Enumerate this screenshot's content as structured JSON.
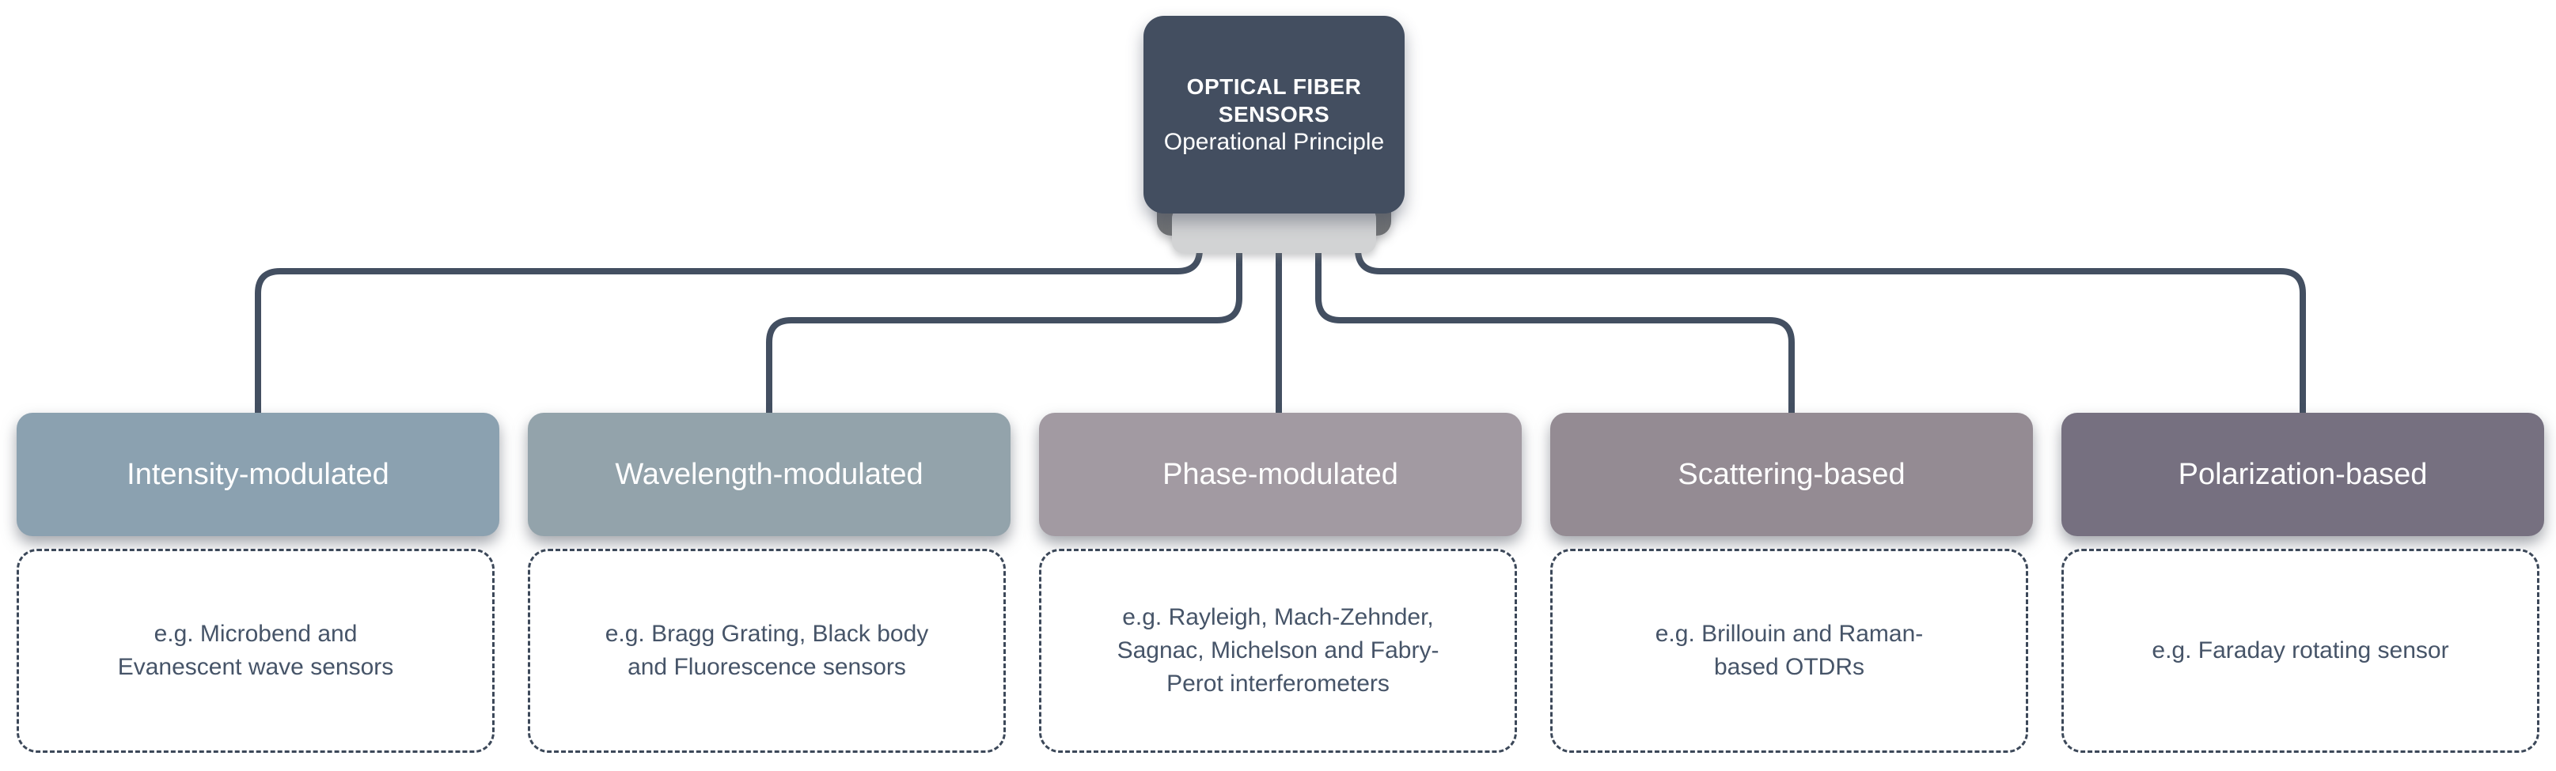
{
  "root_node": {
    "title_line1": "OPTICAL FIBER",
    "title_line2": "SENSORS",
    "subtitle": "Operational Principle"
  },
  "categories": [
    {
      "label": "Intensity-modulated",
      "example": "e.g. Microbend and\nEvanescent wave sensors",
      "color": "#8ba1b0"
    },
    {
      "label": "Wavelength-modulated",
      "example": "e.g. Bragg Grating, Black body\nand Fluorescence sensors",
      "color": "#93a3ab"
    },
    {
      "label": "Phase-modulated",
      "example": "e.g. Rayleigh, Mach-Zehnder,\nSagnac, Michelson and Fabry-\nPerot interferometers",
      "color": "#a29aa2"
    },
    {
      "label": "Scattering-based",
      "example": "e.g. Brillouin and Raman-\nbased OTDRs",
      "color": "#948b93"
    },
    {
      "label": "Polarization-based",
      "example": "e.g. Faraday rotating sensor",
      "color": "#767080"
    }
  ],
  "colors": {
    "background": "#ffffff",
    "root_box": "#434e60",
    "stack_mid_layer": "#6f7173",
    "stack_light_layer": "#d2d3d4",
    "connector_line": "#434f61",
    "dashed_border": "#3c4859",
    "example_text": "#465468",
    "header_text": "#ffffff"
  }
}
